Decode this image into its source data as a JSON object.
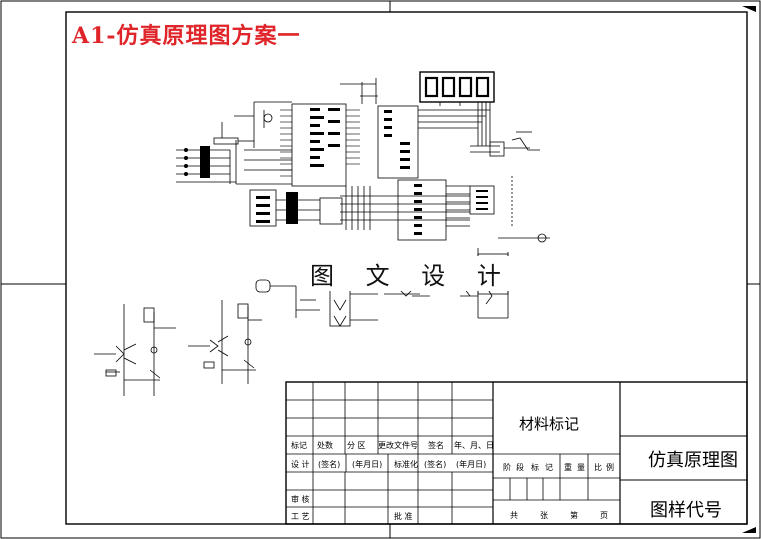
{
  "drawing_title": "A1-仿真原理图方案一",
  "watermark": "图 文 设 计",
  "seven_segment_display": "8888",
  "title_block": {
    "row_labels": {
      "mark": "标记",
      "count": "处数",
      "zone": "分 区",
      "change_doc": "更改文件号",
      "sign": "签名",
      "date": "年、月、日"
    },
    "design_row": {
      "design": "设 计",
      "signature1": "(签名)",
      "date1": "(年月日)",
      "standardize": "标准化",
      "signature2": "(签名)",
      "date2": "(年月日)"
    },
    "review": "审 核",
    "process": "工 艺",
    "approve": "批 准",
    "material_mark": "材料标记",
    "stage_labels": [
      "阶",
      "段",
      "标",
      "记",
      "重",
      "量",
      "比",
      "例"
    ],
    "sheet_info": [
      "共",
      "张",
      "第",
      "页"
    ],
    "drawing_name": "仿真原理图",
    "drawing_code": "图样代号"
  },
  "colors": {
    "title": "#e0252a",
    "lines": "#000000"
  }
}
